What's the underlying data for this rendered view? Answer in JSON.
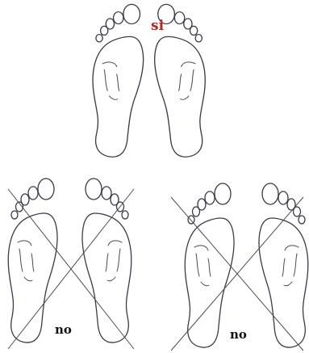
{
  "labels": {
    "correct": "si",
    "wrong_left": "no",
    "wrong_right": "no"
  },
  "colors": {
    "correct_label": "#b22222",
    "wrong_label": "#111111",
    "outline": "#3a3a4a",
    "cross": "#4d4d4d"
  }
}
